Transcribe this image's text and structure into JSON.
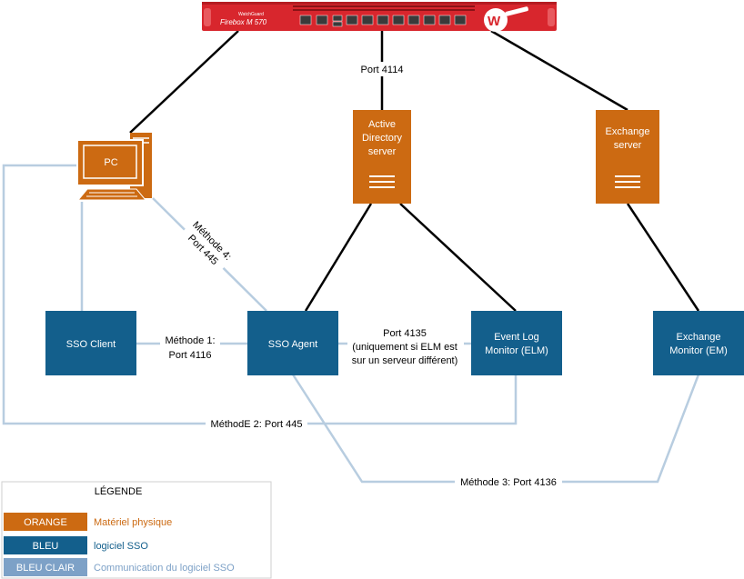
{
  "firewall": {
    "brand": "WatchGuard",
    "model": "Firebox M 570",
    "color": "#d8262d"
  },
  "nodes": {
    "pc": "PC",
    "ad": [
      "Active",
      "Directory",
      "server"
    ],
    "exchange_server": [
      "Exchange",
      "server"
    ],
    "sso_client": "SSO Client",
    "sso_agent": "SSO Agent",
    "elm": [
      "Event Log",
      "Monitor (ELM)"
    ],
    "em": [
      "Exchange",
      "Monitor (EM)"
    ]
  },
  "edge_labels": {
    "port_4114": "Port 4114",
    "method1": [
      "Méthode 1:",
      "Port 4116"
    ],
    "method4": [
      "Méthode 4:",
      "Port 445"
    ],
    "port_4135": [
      "Port 4135",
      "(uniquement si ELM est",
      "sur un serveur différent)"
    ],
    "method2": "MéthodE 2: Port 445",
    "method3": "Méthode 3: Port 4136"
  },
  "legend": {
    "title": "LÉGENDE",
    "items": [
      {
        "swatch": "ORANGE",
        "text": "Matériel physique",
        "color": "#cc6a12"
      },
      {
        "swatch": "BLEU",
        "text": "logiciel SSO",
        "color": "#135f8c"
      },
      {
        "swatch": "BLEU CLAIR",
        "text": "Communication du logiciel SSO",
        "color": "#7da1c7"
      }
    ]
  },
  "colors": {
    "orange": "#cc6a12",
    "blue": "#135f8c",
    "light_blue": "#b8cde0",
    "legend_light_blue": "#7da1c7",
    "black_line": "#000000"
  }
}
